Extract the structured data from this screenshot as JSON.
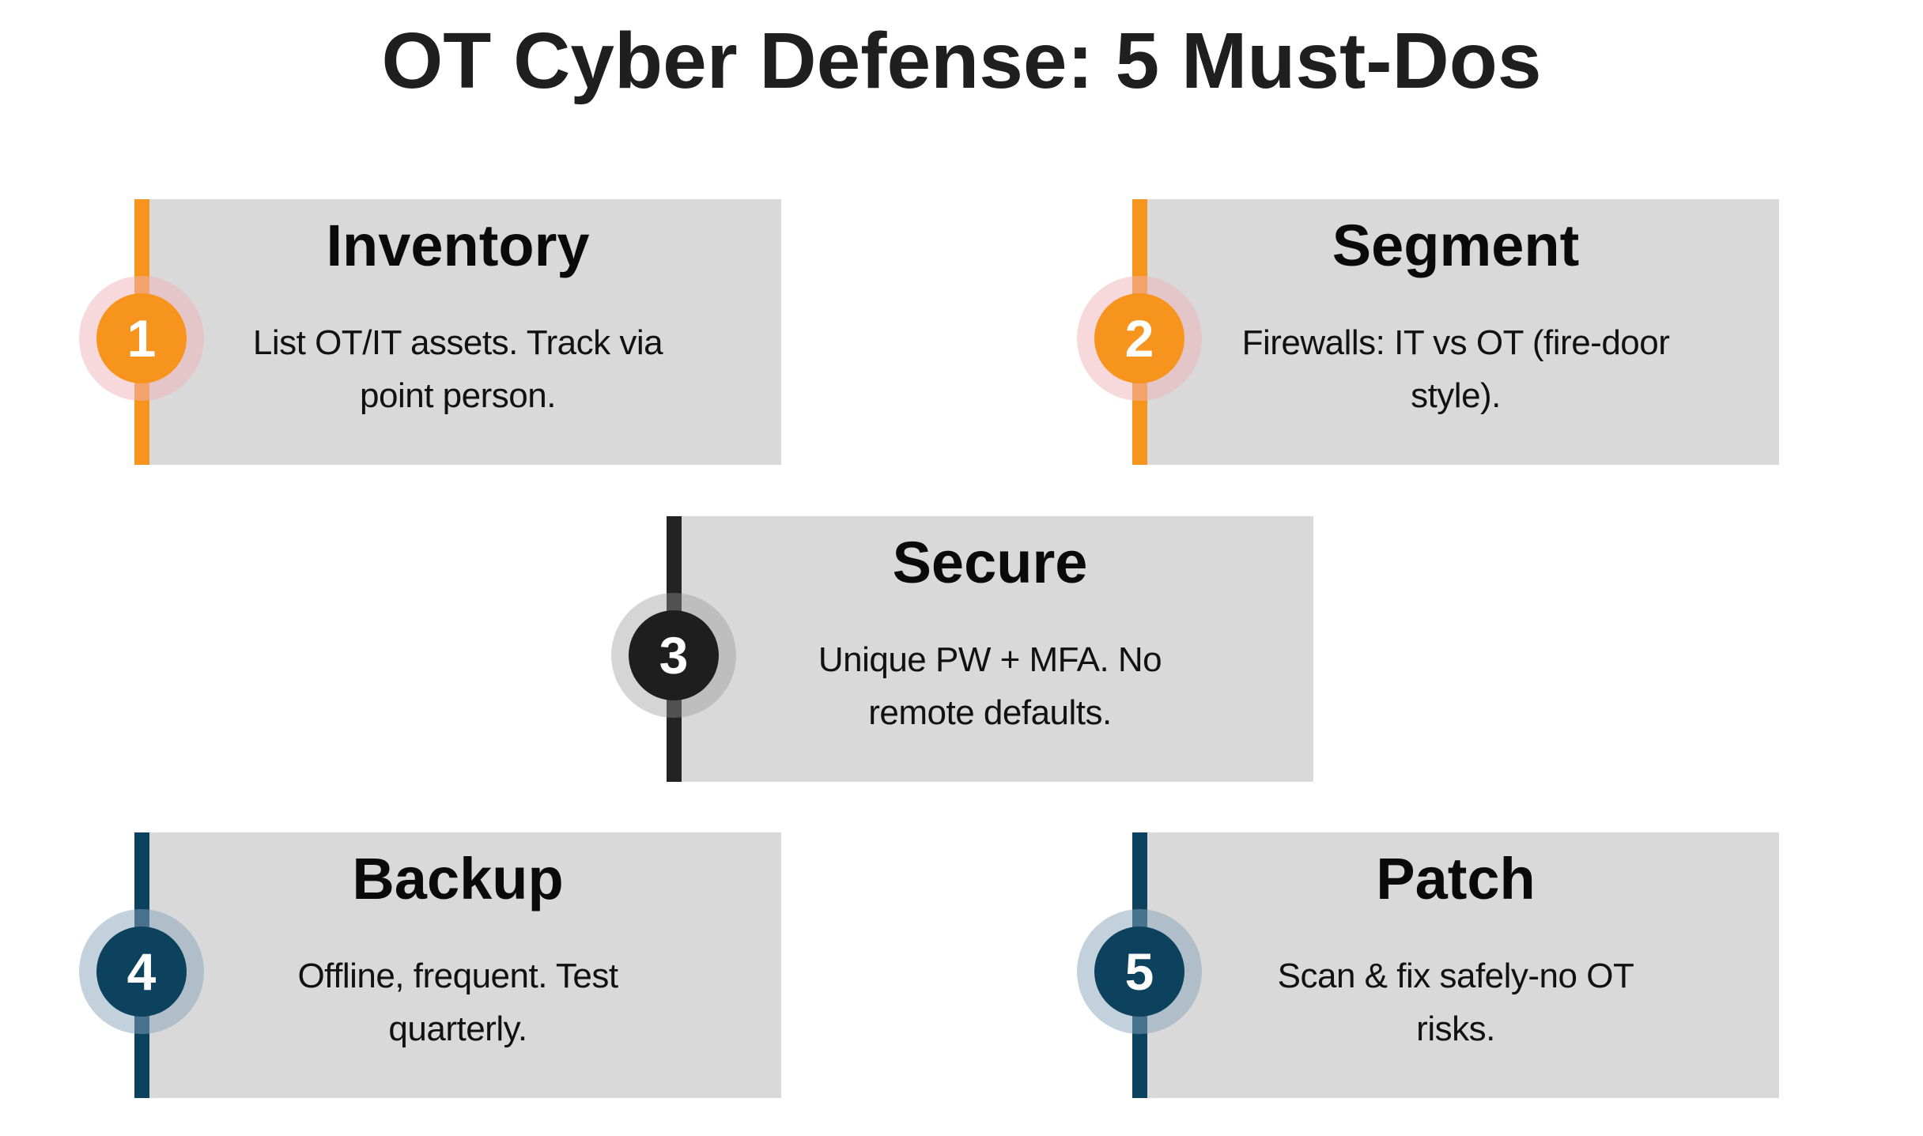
{
  "title": "OT Cyber Defense: 5 Must-Dos",
  "colors": {
    "background": "#FFFFFF",
    "card_background": "#D9D9D9",
    "accent_orange": "#F7941E",
    "accent_dark": "#1E1E1E",
    "accent_blue": "#0D425F",
    "halo_pink": "rgba(240,178,183,0.5)",
    "halo_gray": "rgba(150,150,150,0.4)",
    "halo_blue": "rgba(133,164,186,0.5)",
    "title_text": "#1F1F1F",
    "body_text": "#111111",
    "number_text": "#FFFFFF"
  },
  "cards": [
    {
      "number": "1",
      "title": "Inventory",
      "body": "List OT/IT assets. Track via\npoint person."
    },
    {
      "number": "2",
      "title": "Segment",
      "body": "Firewalls: IT vs OT (fire-door\nstyle)."
    },
    {
      "number": "3",
      "title": "Secure",
      "body": "Unique PW + MFA. No\nremote defaults."
    },
    {
      "number": "4",
      "title": "Backup",
      "body": "Offline, frequent. Test\nquarterly."
    },
    {
      "number": "5",
      "title": "Patch",
      "body": "Scan & fix safely-no OT\nrisks."
    }
  ]
}
